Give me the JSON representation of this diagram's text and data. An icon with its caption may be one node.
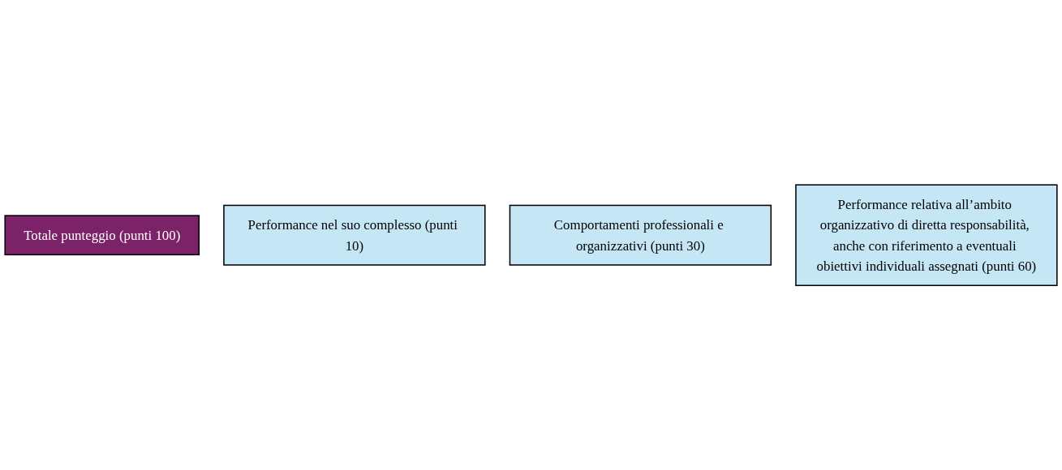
{
  "diagram": {
    "nodes": [
      {
        "text": [
          "Totale punteggio (punti 100)"
        ]
      },
      {
        "text": [
          "Performance nel suo complesso (punti 10)"
        ]
      },
      {
        "text": [
          "Comportamenti professionali e organizzativi (punti 30)"
        ]
      },
      {
        "text": [
          "Performance relativa all’ambito organizzativo di diretta responsabilità, anche con riferimento a eventuali obiettivi individuali assegnati (punti 60)"
        ]
      }
    ]
  }
}
